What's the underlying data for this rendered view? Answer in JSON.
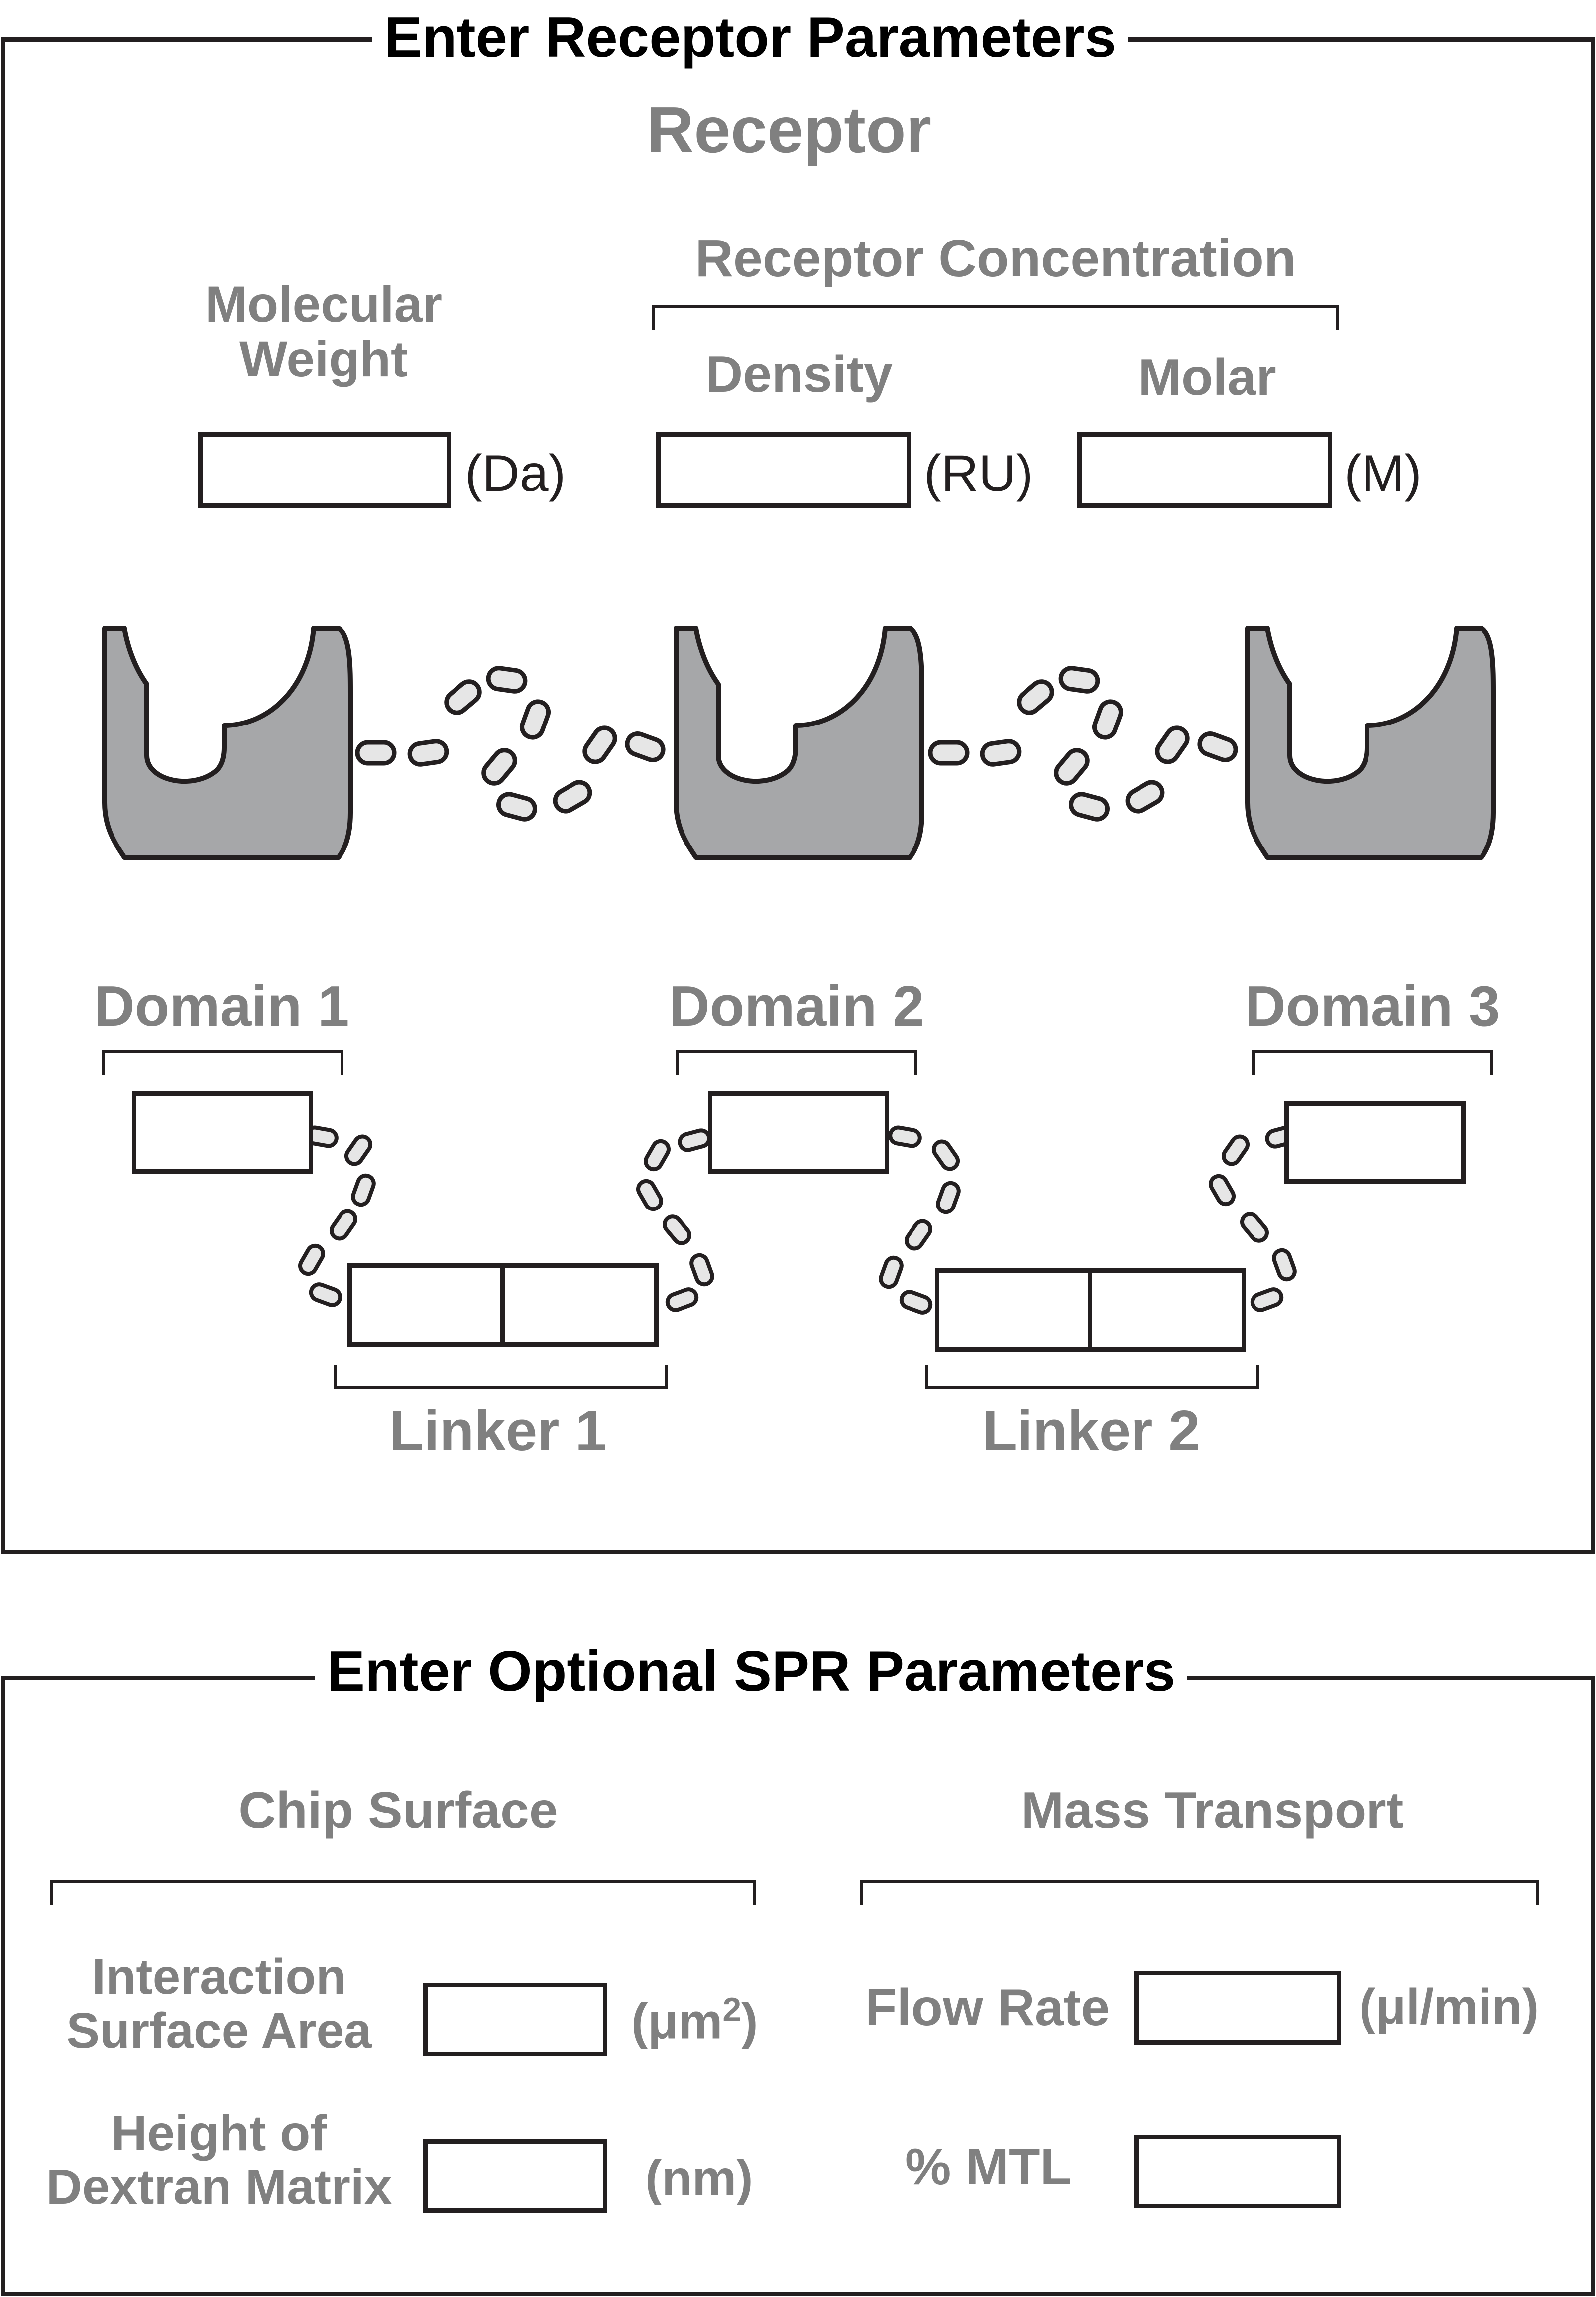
{
  "receptor_panel": {
    "title": "Enter Receptor Parameters",
    "heading": "Receptor",
    "molecular_weight": {
      "label_line1": "Molecular",
      "label_line2": "Weight",
      "unit": "(Da)",
      "value": ""
    },
    "concentration": {
      "heading": "Receptor Concentration",
      "density": {
        "label": "Density",
        "unit": "(RU)",
        "value": ""
      },
      "molar": {
        "label": "Molar",
        "unit": "(M)",
        "value": ""
      }
    },
    "domains": [
      "Domain 1",
      "Domain 2",
      "Domain 3"
    ],
    "linkers": [
      "Linker 1",
      "Linker 2"
    ]
  },
  "spr_panel": {
    "title": "Enter Optional SPR Parameters",
    "chip_surface": {
      "heading": "Chip Surface",
      "surface_area": {
        "label_line1": "Interaction",
        "label_line2": "Surface Area",
        "unit_prefix": "(μm",
        "unit_sup": "2",
        "unit_suffix": ")",
        "value": ""
      },
      "dextran_height": {
        "label_line1": "Height of",
        "label_line2": "Dextran Matrix",
        "unit": "(nm)",
        "value": ""
      }
    },
    "mass_transport": {
      "heading": "Mass Transport",
      "flow_rate": {
        "label": "Flow Rate",
        "unit": "(μl/min)",
        "value": ""
      },
      "mtl": {
        "label": "% MTL",
        "value": ""
      }
    }
  },
  "colors": {
    "outline": "#231f20",
    "label_gray": "#808080",
    "receptor_fill": "#a6a7a9",
    "bead_fill": "#e6e6e6"
  },
  "icons": [
    "receptor-domain-icon",
    "linker-bead-icon"
  ]
}
